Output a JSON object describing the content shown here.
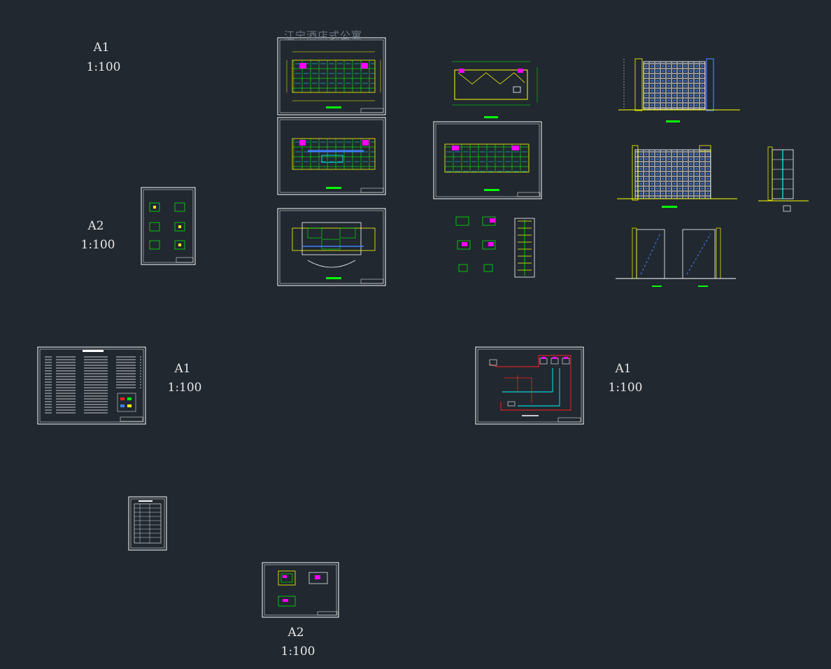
{
  "project_title": "江宁酒店式公寓",
  "sheet_labels": [
    {
      "size": "A1",
      "scale": "1:100"
    },
    {
      "size": "A2",
      "scale": "1:100"
    },
    {
      "size": "A1",
      "scale": "1:100"
    },
    {
      "size": "A1",
      "scale": "1:100"
    },
    {
      "size": "A2",
      "scale": "1:100"
    }
  ],
  "colors": {
    "background": "#212830",
    "frame": "#ffffff",
    "cad_yellow": "#ffff00",
    "cad_green": "#00ff00",
    "cad_cyan": "#00ffff",
    "cad_magenta": "#ff00ff",
    "cad_red": "#ff2020",
    "cad_blue": "#4080ff"
  },
  "sheets": [
    {
      "kind": "notes-sheet-a2-details"
    },
    {
      "kind": "floor-plan-1"
    },
    {
      "kind": "floor-plan-2"
    },
    {
      "kind": "floor-plan-ground"
    },
    {
      "kind": "roof-plan"
    },
    {
      "kind": "floor-plan-typical"
    },
    {
      "kind": "detail-blocks"
    },
    {
      "kind": "elevation-front"
    },
    {
      "kind": "elevation-rear"
    },
    {
      "kind": "section-side"
    },
    {
      "kind": "stair-sections"
    },
    {
      "kind": "design-notes-text"
    },
    {
      "kind": "system-diagram"
    },
    {
      "kind": "door-window-schedule"
    },
    {
      "kind": "enlarged-details-a2"
    }
  ]
}
